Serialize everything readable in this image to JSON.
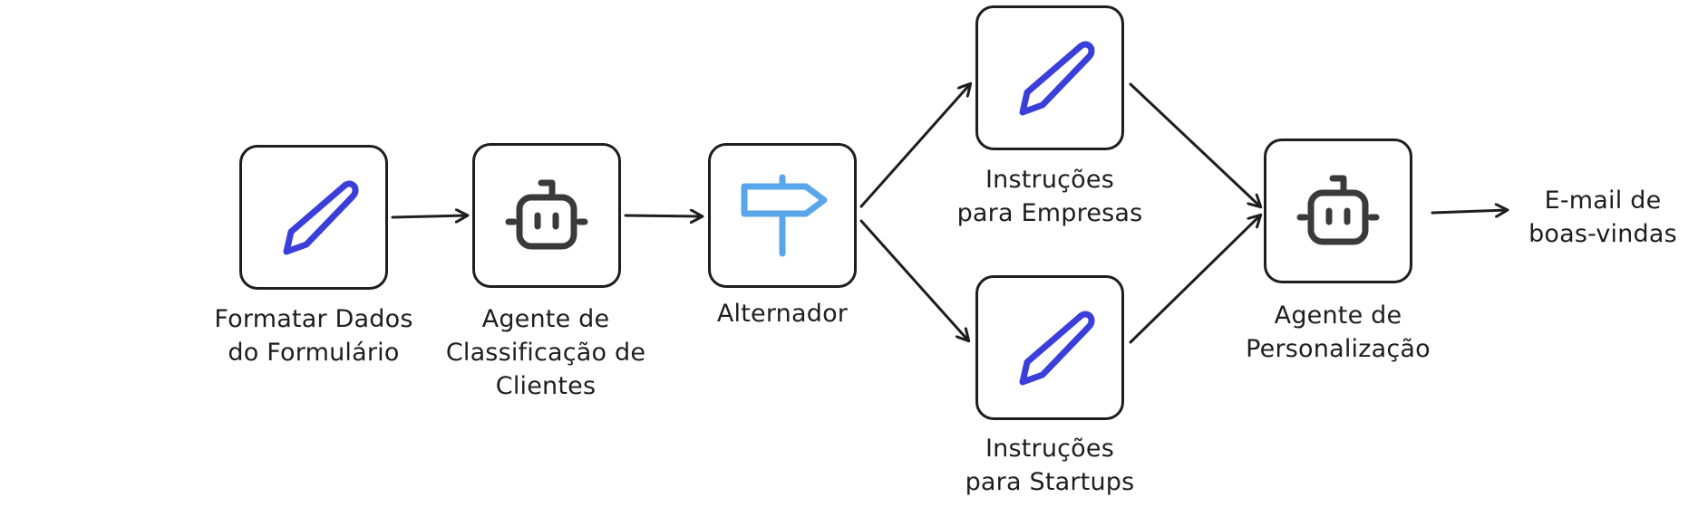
{
  "diagram": {
    "nodes": [
      {
        "id": "formatar",
        "label": "Formatar Dados\ndo Formulário",
        "icon": "pencil-icon",
        "icon_color": "#3b3fd9"
      },
      {
        "id": "classificacao",
        "label": "Agente de\nClassificação de\nClientes",
        "icon": "robot-icon",
        "icon_color": "#3a3a3a"
      },
      {
        "id": "alternador",
        "label": "Alternador",
        "icon": "signpost-icon",
        "icon_color": "#5aa6ea"
      },
      {
        "id": "empresas",
        "label": "Instruções\npara Empresas",
        "icon": "pencil-icon",
        "icon_color": "#3b3fd9"
      },
      {
        "id": "startups",
        "label": "Instruções\npara Startups",
        "icon": "pencil-icon",
        "icon_color": "#3b3fd9"
      },
      {
        "id": "personalizacao",
        "label": "Agente de\nPersonalização",
        "icon": "robot-icon",
        "icon_color": "#3a3a3a"
      }
    ],
    "output": {
      "id": "email",
      "label": "E-mail de\nboas-vindas"
    },
    "edges": [
      {
        "from": "formatar",
        "to": "classificacao"
      },
      {
        "from": "classificacao",
        "to": "alternador"
      },
      {
        "from": "alternador",
        "to": "empresas"
      },
      {
        "from": "alternador",
        "to": "startups"
      },
      {
        "from": "empresas",
        "to": "personalizacao"
      },
      {
        "from": "startups",
        "to": "personalizacao"
      },
      {
        "from": "personalizacao",
        "to": "email"
      }
    ],
    "colors": {
      "stroke": "#1e1e1e",
      "pencil": "#3b3fd9",
      "robot": "#3a3a3a",
      "signpost": "#5aa6ea"
    }
  }
}
